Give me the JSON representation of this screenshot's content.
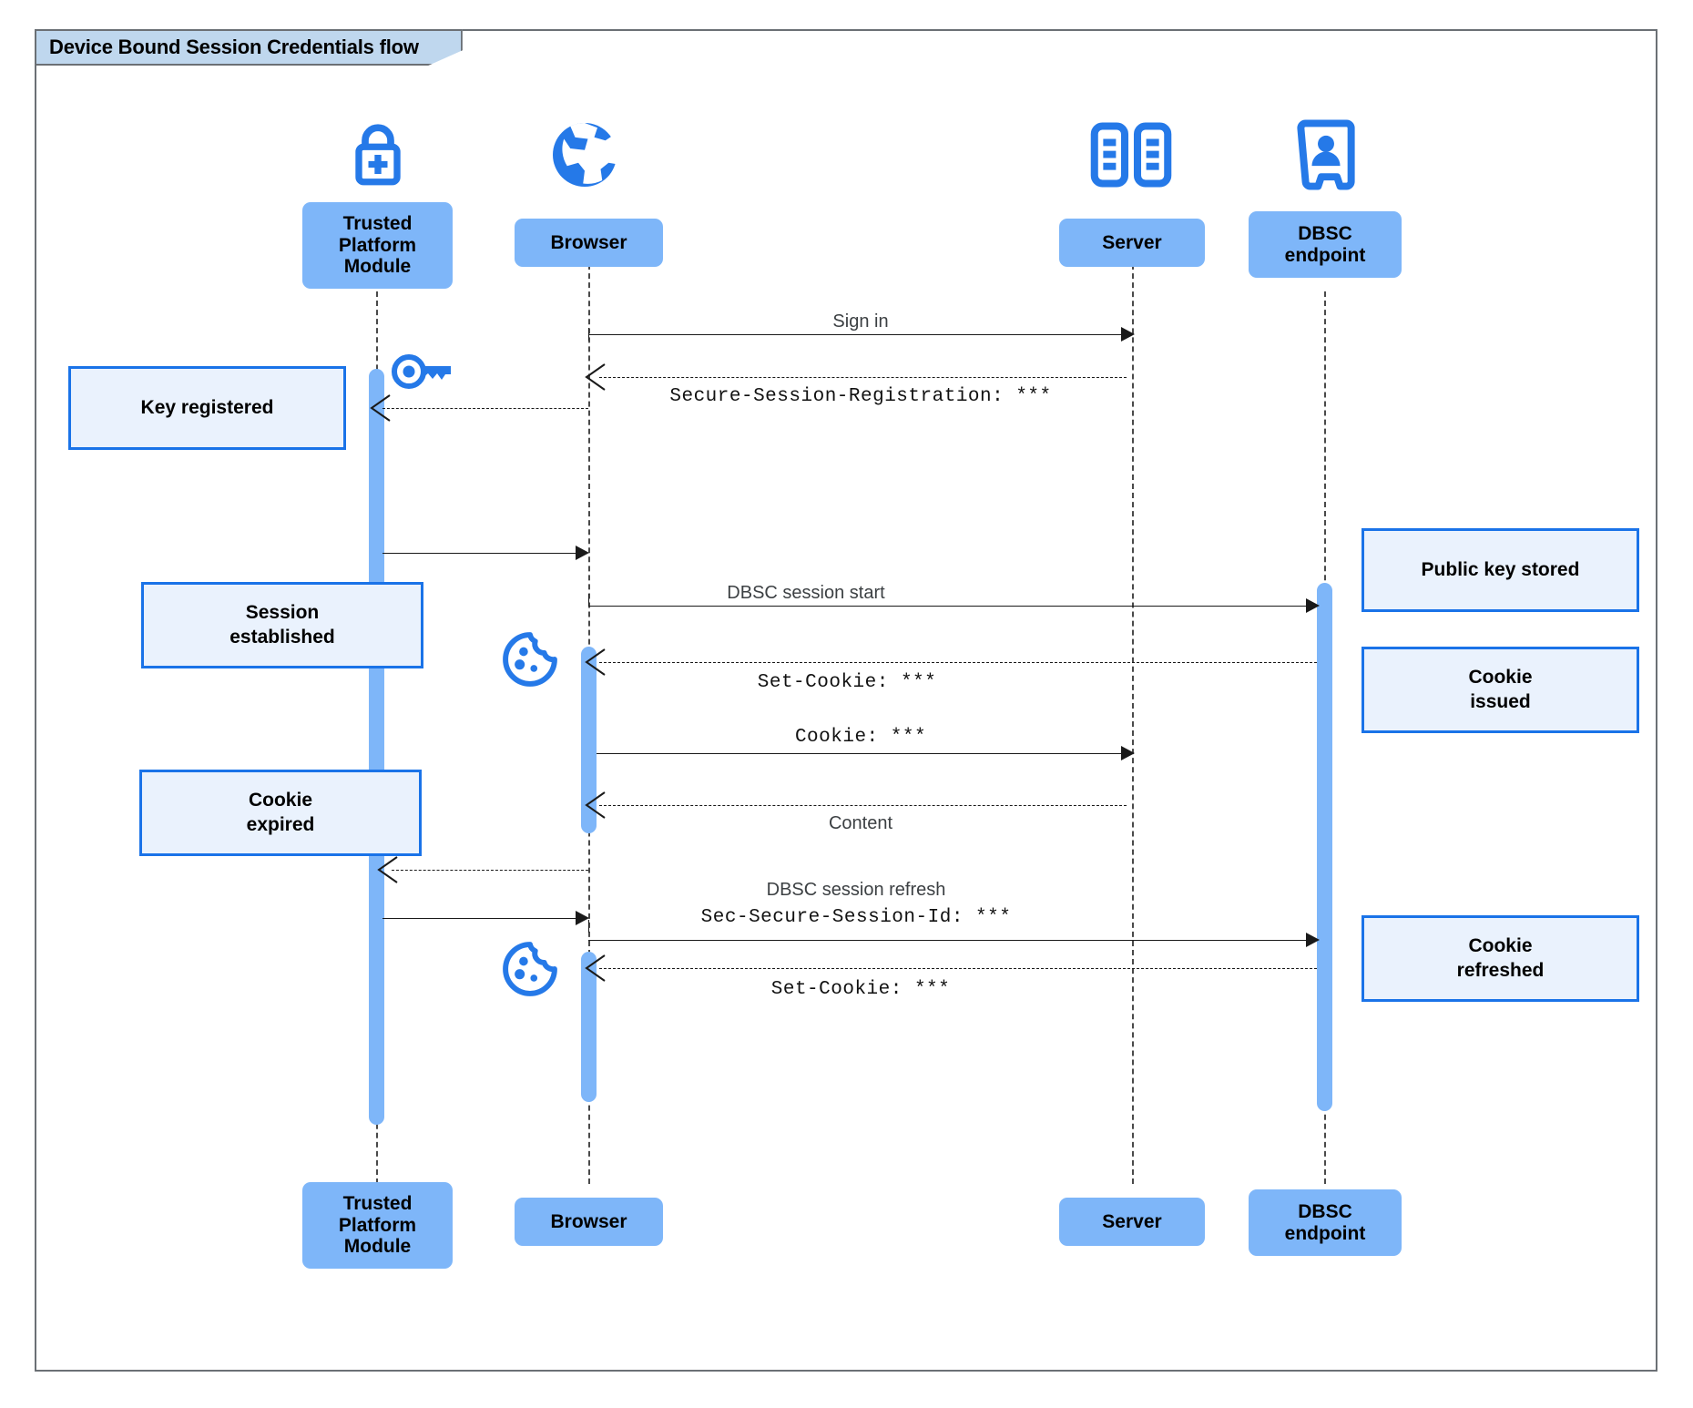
{
  "diagram": {
    "title": "Device Bound Session Credentials flow",
    "type": "uml-sequence-diagram",
    "colors": {
      "accent_blue": "#1a73e8",
      "actor_fill": "#7eb6f9",
      "note_fill": "#eaf2fd",
      "note_border": "#1a73e8",
      "title_fill": "#bfd7ee",
      "frame_border": "#6b7075",
      "line": "#1a1a1a",
      "label_text": "#3c4043"
    },
    "participants": [
      {
        "id": "tpm",
        "label": "Trusted\nPlatform\nModule",
        "icon": "lock-plus-icon"
      },
      {
        "id": "browser",
        "label": "Browser",
        "icon": "globe-icon"
      },
      {
        "id": "server",
        "label": "Server",
        "icon": "server-rack-icon"
      },
      {
        "id": "dbsc",
        "label": "DBSC\nendpoint",
        "icon": "id-badge-icon"
      }
    ],
    "participants_bottom": [
      {
        "id": "tpm",
        "label": "Trusted\nPlatform\nModule"
      },
      {
        "id": "browser",
        "label": "Browser"
      },
      {
        "id": "server",
        "label": "Server"
      },
      {
        "id": "dbsc",
        "label": "DBSC\nendpoint"
      }
    ],
    "messages": [
      {
        "id": "m1",
        "from": "browser",
        "to": "server",
        "label": "Sign in",
        "style": "solid",
        "font": "sans"
      },
      {
        "id": "m2",
        "from": "server",
        "to": "browser",
        "label": "Secure-Session-Registration: ***",
        "style": "dashed",
        "font": "mono"
      },
      {
        "id": "m3",
        "from": "tpm",
        "to": "browser",
        "label": "",
        "style": "solid",
        "font": "sans"
      },
      {
        "id": "m4",
        "from": "browser",
        "to": "dbsc",
        "label": "DBSC session start",
        "style": "solid",
        "font": "sans"
      },
      {
        "id": "m5",
        "from": "dbsc",
        "to": "browser",
        "label": "Set-Cookie: ***",
        "style": "dashed",
        "font": "mono"
      },
      {
        "id": "m6",
        "from": "browser",
        "to": "server",
        "label": "Cookie: ***",
        "style": "solid",
        "font": "mono"
      },
      {
        "id": "m7",
        "from": "server",
        "to": "browser",
        "label": "Content",
        "style": "dashed",
        "font": "sans"
      },
      {
        "id": "m8",
        "from": "browser",
        "to": "tpm",
        "label": "",
        "style": "dashed",
        "font": "sans"
      },
      {
        "id": "m9",
        "from": "tpm",
        "to": "browser",
        "label": "",
        "style": "solid",
        "font": "sans"
      },
      {
        "id": "m10",
        "from": "browser",
        "to": "dbsc",
        "label": "DBSC session refresh",
        "style": "solid",
        "font": "sans"
      },
      {
        "id": "m10b",
        "from": "browser",
        "to": "dbsc",
        "label": "Sec-Secure-Session-Id: ***",
        "style": "solid",
        "font": "mono"
      },
      {
        "id": "m11",
        "from": "dbsc",
        "to": "browser",
        "label": "Set-Cookie: ***",
        "style": "dashed",
        "font": "mono"
      }
    ],
    "notes": [
      {
        "id": "n1",
        "side": "left",
        "text": "Key registered",
        "lines": [
          "Key registered"
        ]
      },
      {
        "id": "n2",
        "side": "left",
        "text": "Session established",
        "lines": [
          "Session",
          "established"
        ]
      },
      {
        "id": "n3",
        "side": "left",
        "text": "Cookie expired",
        "lines": [
          "Cookie",
          "expired"
        ]
      },
      {
        "id": "n4",
        "side": "right",
        "text": "Public key stored",
        "lines": [
          "Public key stored"
        ]
      },
      {
        "id": "n5",
        "side": "right",
        "text": "Cookie issued",
        "lines": [
          "Cookie",
          "issued"
        ]
      },
      {
        "id": "n6",
        "side": "right",
        "text": "Cookie refreshed",
        "lines": [
          "Cookie",
          "refreshed"
        ]
      }
    ],
    "inline_icons": [
      {
        "id": "key",
        "name": "key-icon",
        "near": "tpm"
      },
      {
        "id": "cookie1",
        "name": "cookie-icon",
        "near": "browser"
      },
      {
        "id": "cookie2",
        "name": "cookie-icon",
        "near": "browser"
      }
    ],
    "note_labels": {
      "n1": "Key registered",
      "n2_l1": "Session",
      "n2_l2": "established",
      "n3_l1": "Cookie",
      "n3_l2": "expired",
      "n4": "Public key stored",
      "n5_l1": "Cookie",
      "n5_l2": "issued",
      "n6_l1": "Cookie",
      "n6_l2": "refreshed"
    },
    "actor_labels": {
      "tpm_l1": "Trusted",
      "tpm_l2": "Platform",
      "tpm_l3": "Module",
      "browser": "Browser",
      "server": "Server",
      "dbsc_l1": "DBSC",
      "dbsc_l2": "endpoint"
    },
    "message_labels": {
      "sign_in": "Sign in",
      "secure_session_registration": "Secure-Session-Registration: ***",
      "dbsc_session_start": "DBSC session start",
      "set_cookie_1": "Set-Cookie: ***",
      "cookie": "Cookie: ***",
      "content": "Content",
      "dbsc_session_refresh": "DBSC session refresh",
      "sec_secure_session_id": "Sec-Secure-Session-Id: ***",
      "set_cookie_2": "Set-Cookie: ***"
    }
  }
}
